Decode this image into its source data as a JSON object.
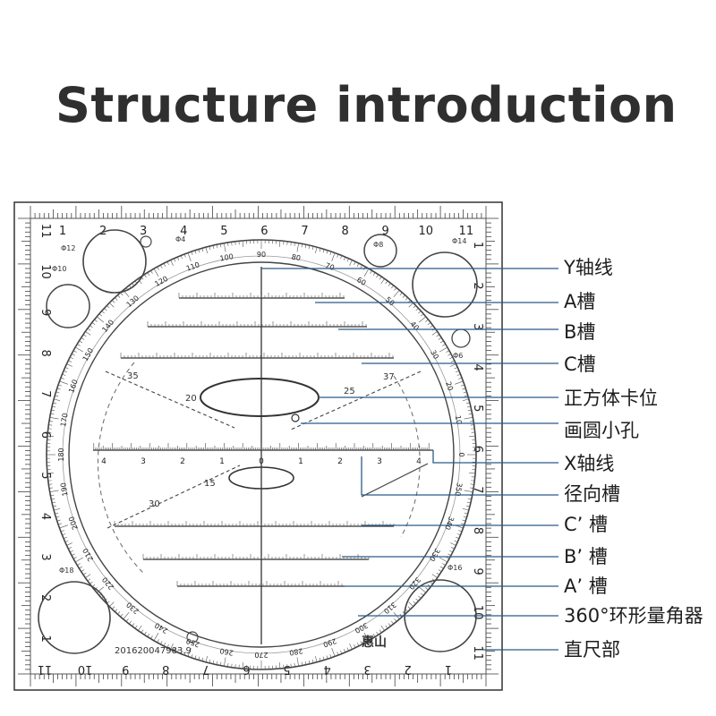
{
  "title": "Structure introduction",
  "labels": [
    "Y轴线",
    "A槽",
    "B槽",
    "C槽",
    "正方体卡位",
    "画圆小孔",
    "X轴线",
    "径向槽",
    "C’ 槽",
    "B’ 槽",
    "A’ 槽",
    "360°环形量角器",
    "直尺部"
  ],
  "ruler": {
    "top_numbers": [
      "1",
      "2",
      "3",
      "4",
      "5",
      "6",
      "7",
      "8",
      "9",
      "10",
      "11"
    ],
    "bottom_numbers": [
      "11",
      "10",
      "9",
      "8",
      "7",
      "6",
      "5",
      "4",
      "3",
      "2",
      "1"
    ],
    "left_numbers": [
      "11",
      "10",
      "9",
      "8",
      "7",
      "6",
      "5",
      "4",
      "3",
      "2",
      "1"
    ],
    "right_numbers": [
      "1",
      "2",
      "3",
      "4",
      "5",
      "6",
      "7",
      "8",
      "9",
      "10",
      "11"
    ],
    "serial": "201620047983.9",
    "brand": "惠山"
  },
  "hole_labels": [
    "Φ12",
    "Φ10",
    "Φ4",
    "Φ8",
    "Φ14",
    "Φ6",
    "Φ18",
    "Φ16"
  ],
  "slot_numbers": [
    "35",
    "20",
    "25",
    "37",
    "15",
    "30"
  ],
  "x_axis_numbers": [
    "4",
    "3",
    "2",
    "1",
    "0",
    "1",
    "2",
    "3",
    "4"
  ],
  "protractor": {
    "ticks": [
      "0",
      "10",
      "20",
      "30",
      "40",
      "50",
      "60",
      "70",
      "80",
      "90",
      "100",
      "110",
      "120",
      "130",
      "140",
      "150",
      "160",
      "170",
      "180",
      "190",
      "200",
      "210",
      "220",
      "230",
      "240",
      "250",
      "260",
      "270",
      "280",
      "290",
      "300",
      "310",
      "320",
      "330",
      "340",
      "350"
    ]
  },
  "colors": {
    "leader": "#2b5a88",
    "ink": "#1d1d1d",
    "title": "#2f2f2f"
  }
}
